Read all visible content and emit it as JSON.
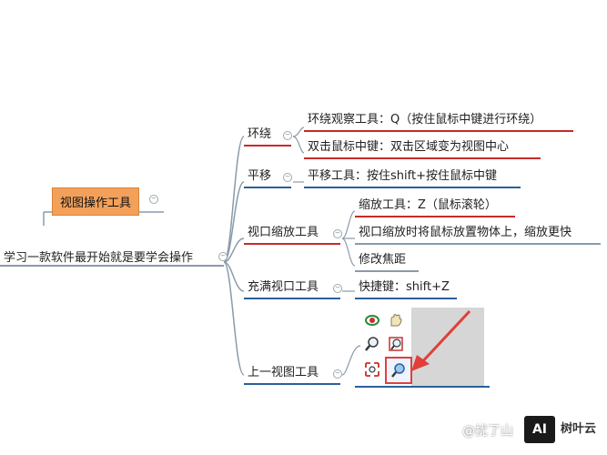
{
  "title_node": "视图操作工具",
  "root": "学习一款软件最开始就是要学会操作",
  "branches": [
    {
      "label": "环绕",
      "children": [
        "环绕观察工具：Q（按住鼠标中键进行环绕）",
        "双击鼠标中键：双击区域变为视图中心"
      ]
    },
    {
      "label": "平移",
      "children": [
        "平移工具：按住shift+按住鼠标中键"
      ]
    },
    {
      "label": "视口缩放工具",
      "children": [
        "缩放工具：Z（鼠标滚轮）",
        "视口缩放时将鼠标放置物体上，缩放更快",
        "修改焦距"
      ]
    },
    {
      "label": "充满视口工具",
      "children": [
        "快捷键：shift+Z"
      ]
    },
    {
      "label": "上一视图工具",
      "children": []
    }
  ],
  "toolbar_icons": [
    "orbit-icon",
    "pan-hand-icon",
    "zoom-icon",
    "zoom-window-icon",
    "zoom-extents-icon",
    "previous-view-icon"
  ],
  "watermark": {
    "text": "@扰了山",
    "logo": "AI",
    "brand": "树叶云"
  },
  "colors": {
    "accent_red": "#c62a2a",
    "accent_blue": "#2b5f9b",
    "title_bg": "#f3a15a",
    "arrow": "#e0403a"
  }
}
